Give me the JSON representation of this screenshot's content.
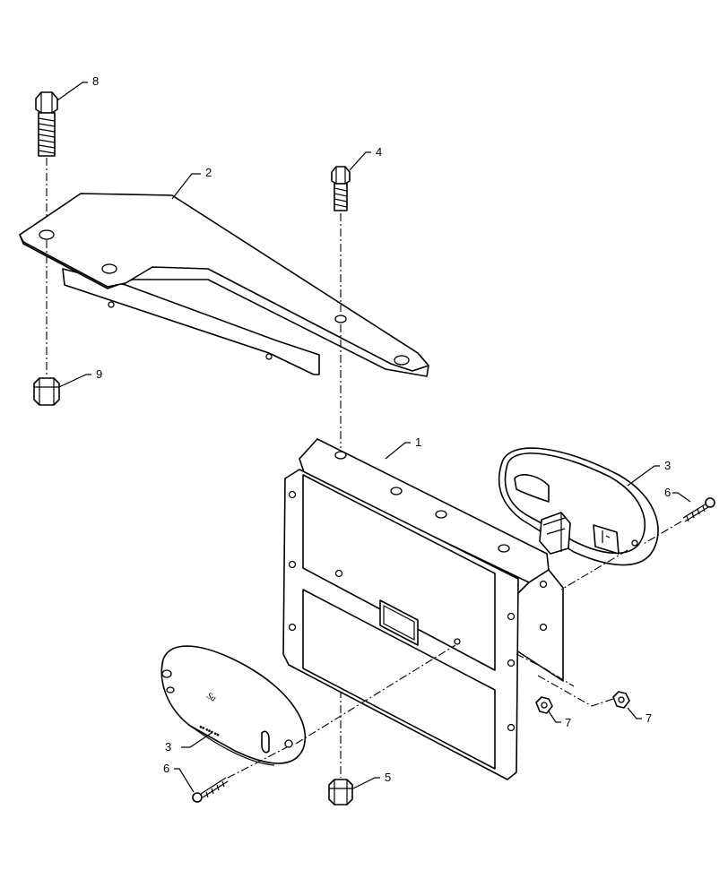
{
  "callouts": [
    {
      "id": "c8",
      "label": "8"
    },
    {
      "id": "c2",
      "label": "2"
    },
    {
      "id": "c4",
      "label": "4"
    },
    {
      "id": "c9",
      "label": "9"
    },
    {
      "id": "c1",
      "label": "1"
    },
    {
      "id": "c3a",
      "label": "3"
    },
    {
      "id": "c6a",
      "label": "6"
    },
    {
      "id": "c7a",
      "label": "7"
    },
    {
      "id": "c7b",
      "label": "7"
    },
    {
      "id": "c3b",
      "label": "3"
    },
    {
      "id": "c6b",
      "label": "6"
    },
    {
      "id": "c5",
      "label": "5"
    }
  ]
}
